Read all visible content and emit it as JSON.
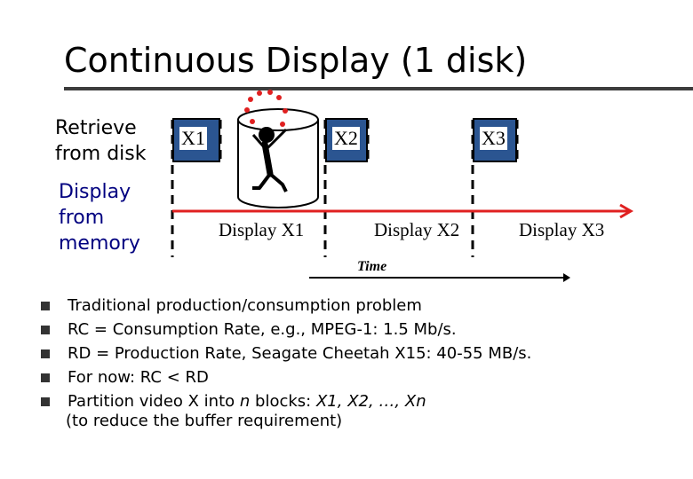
{
  "slide": {
    "title": "Continuous Display (1 disk)"
  },
  "diagram": {
    "retrieve_label": "Retrieve\nfrom disk",
    "display_label": "Display\nfrom\nmemory",
    "blocks": [
      "X1",
      "X2",
      "X3"
    ],
    "display_labels": [
      "Display X1",
      "Display X2",
      "Display X3"
    ],
    "time_label": "Time",
    "colors": {
      "block_fill": "#2b5591",
      "arrow": "#e02020",
      "dots": "#e02020",
      "display_text": "#000080"
    },
    "icon": "disk-with-juggler-icon"
  },
  "bullets": [
    {
      "text": "Traditional production/consumption problem"
    },
    {
      "text": "RC = Consumption Rate, e.g., MPEG-1: 1.5 Mb/s."
    },
    {
      "text": "RD = Production Rate, Seagate Cheetah X15: 40-55 MB/s."
    },
    {
      "text": "For now: RC < RD"
    },
    {
      "text_pre": "Partition video X into ",
      "text_n": "n",
      "text_mid": " blocks: ",
      "text_list": "X1, X2, …, Xn",
      "text_sub": "(to reduce the buffer requirement)"
    }
  ]
}
